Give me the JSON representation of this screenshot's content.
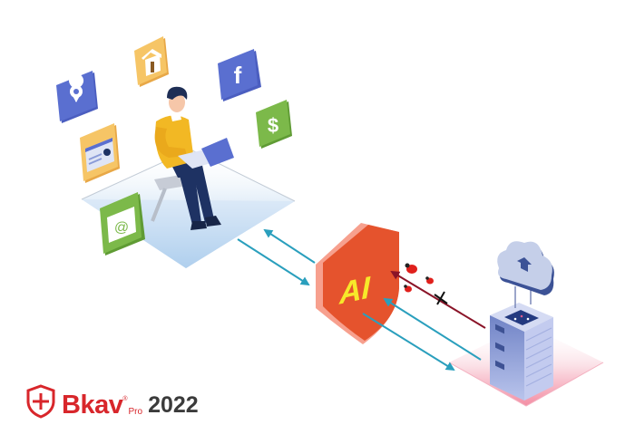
{
  "logo": {
    "brand": "Bkav",
    "registered": "®",
    "edition": "Pro",
    "year": "2022"
  },
  "shield": {
    "label": "AI"
  },
  "user_icons": [
    "location-pin-icon",
    "home-icon",
    "facebook-icon",
    "dollar-icon",
    "id-card-icon",
    "email-icon"
  ],
  "colors": {
    "brand_red": "#d8262b",
    "shield_orange": "#e5532d",
    "shield_edge": "#f7a08e",
    "ai_text": "#f7e82a",
    "arrow_teal": "#2a9fbd",
    "threat_line": "#8a1428",
    "icon_blue": "#5a6fd0",
    "icon_yellow": "#f6c566",
    "icon_green": "#7cb94a"
  }
}
